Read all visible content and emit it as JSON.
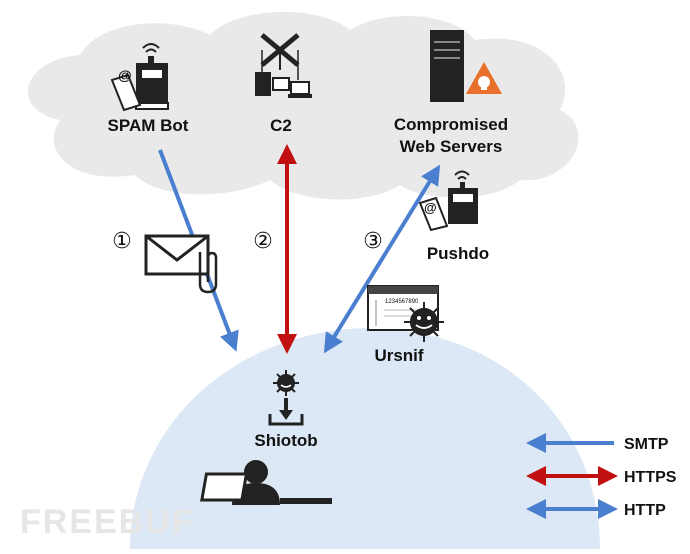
{
  "nodes": {
    "spam_bot": "SPAM Bot",
    "c2": "C2",
    "compromised_line1": "Compromised",
    "compromised_line2": "Web Servers",
    "pushdo": "Pushdo",
    "ursnif": "Ursnif",
    "shiotob": "Shiotob",
    "ursnif_window_text": "1234567890"
  },
  "steps": {
    "step1": "①",
    "step2": "②",
    "step3": "③"
  },
  "legend": {
    "smtp": "SMTP",
    "https": "HTTPS",
    "http": "HTTP"
  },
  "watermark": "FREEBUF",
  "colors": {
    "cloud": "#e9e9e9",
    "dome": "#dce8f5",
    "smtp_arrow": "#4a7fd0",
    "https_arrow": "#c01010",
    "http_arrow": "#4a7fd0",
    "hazard": "#e8702a"
  }
}
